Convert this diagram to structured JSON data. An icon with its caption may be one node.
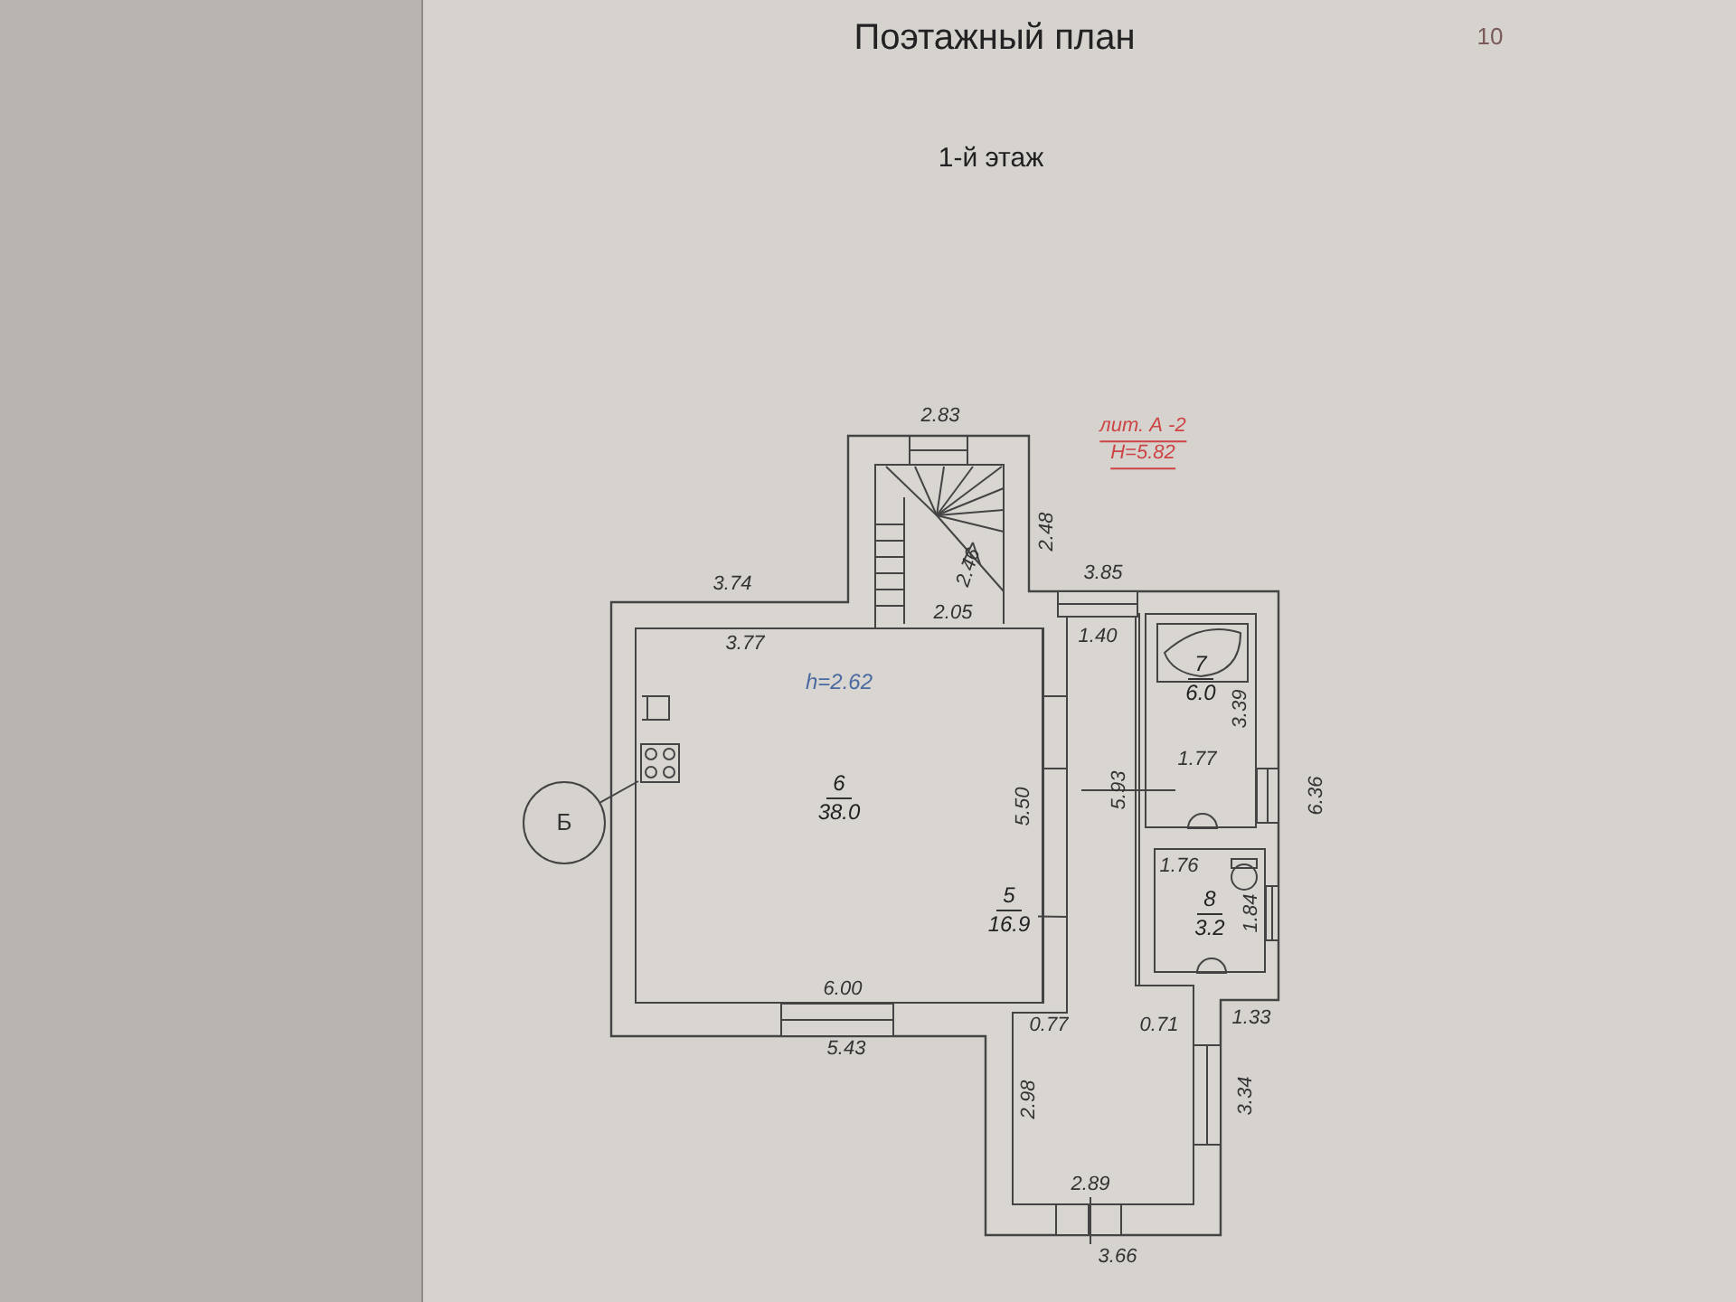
{
  "diagram": {
    "title": "Поэтажный план",
    "nodes": [
      {
        "text": [
          "h=2.62",
          "6",
          "38.0"
        ]
      },
      {
        "text": [
          "7",
          "6.0"
        ]
      },
      {
        "text": [],
        "shape": "box"
      },
      {
        "text": [
          "5",
          "16.9"
        ],
        "in": 0
      },
      {
        "text": [
          "8",
          "3.2"
        ]
      },
      {
        "text": [
          "Б"
        ]
      },
      {
        "text": [],
        "shape": "box",
        "in": 0
      }
    ],
    "edges": [
      {
        "from": 3,
        "to": 2,
        "arrow": "none"
      },
      {
        "from": 5,
        "to": 6,
        "arrow": "none"
      }
    ],
    "labels": [
      "10",
      "1-й этаж",
      "2.83",
      "лит. А -2",
      "Н=5.82",
      "2.48",
      "2.46",
      "3.74",
      "3.77",
      "2.05",
      "3.85",
      "1.40",
      "3.39",
      "1.77",
      "6.36",
      "5.50",
      "5.93",
      "1.76",
      "1.84",
      "6.00",
      "5.43",
      "0.77",
      "0.71",
      "1.33",
      "2.98",
      "3.34",
      "2.89",
      "3.66"
    ]
  }
}
